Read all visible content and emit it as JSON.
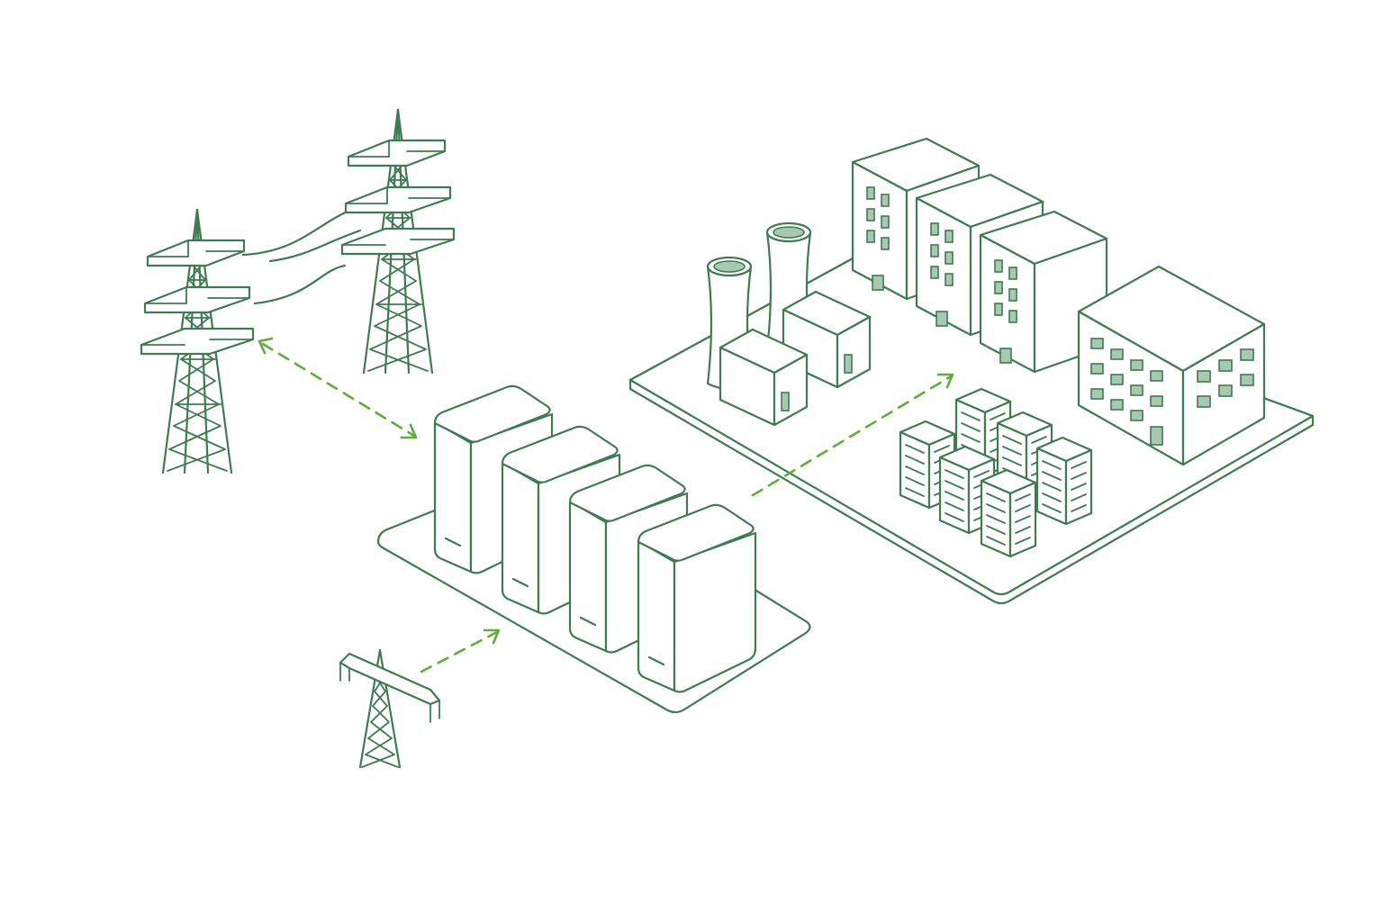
{
  "colors": {
    "line": "#3f7a52",
    "window_fill": "#a9c8b0",
    "flow_arrow": "#5fae3c",
    "background": "#ffffff"
  },
  "flows": [
    {
      "name": "towers-to-battery-storage",
      "direction": "bidirectional"
    },
    {
      "name": "small-tower-to-battery-storage",
      "direction": "forward"
    },
    {
      "name": "battery-storage-to-city",
      "direction": "forward"
    }
  ],
  "icons": [
    "transmission-tower-icon",
    "battery-cabinet-icon",
    "cooling-tower-icon",
    "office-building-icon",
    "apartment-block-icon"
  ]
}
